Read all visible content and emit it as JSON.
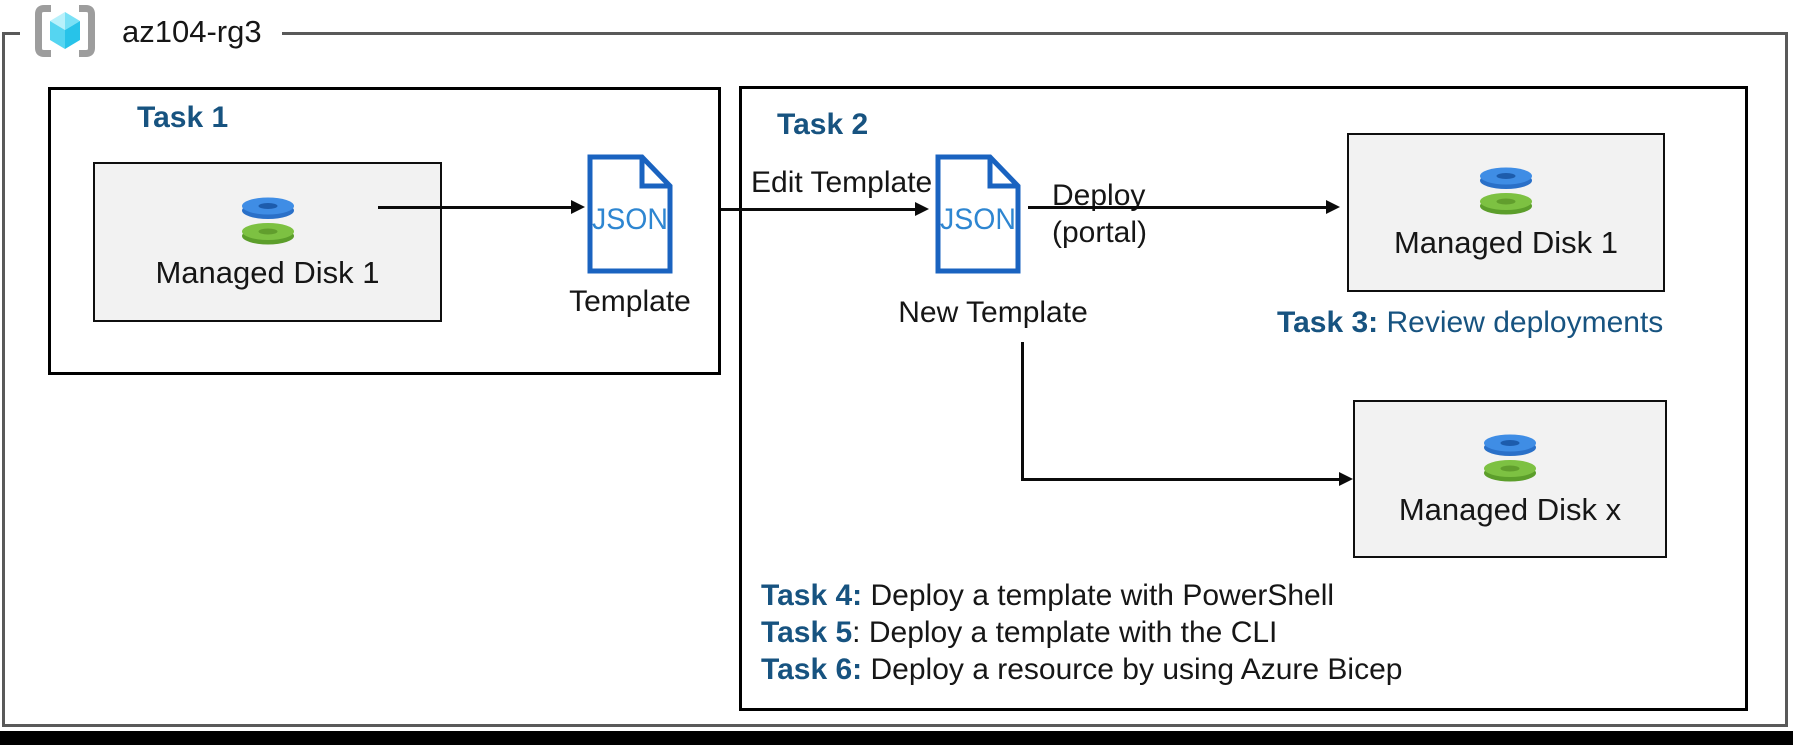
{
  "colors": {
    "accent_blue": "#175380",
    "json_icon_outline": "#1a63c0",
    "json_icon_text": "#2e86d1",
    "disk_blue": "#3f8de5",
    "disk_green": "#7dc142",
    "resource_box_fill": "#f2f2f2",
    "outer_border_gray": "#595959"
  },
  "resource_group": {
    "label": "az104-rg3"
  },
  "task1": {
    "title": "Task 1",
    "disk_box_label": "Managed Disk 1",
    "template_file_type": "JSON",
    "template_label": "Template"
  },
  "task2": {
    "title": "Task 2",
    "edit_template_label": "Edit Template",
    "new_template_file_type": "JSON",
    "new_template_label": "New Template",
    "deploy_label": "Deploy",
    "deploy_sublabel": "(portal)",
    "disk1_box_label": "Managed Disk 1",
    "diskx_box_label": "Managed Disk x",
    "task3_prefix": "Task 3:",
    "task3_text": " Review deployments",
    "tasks": [
      {
        "prefix": "Task 4:",
        "text": " Deploy a template with PowerShell"
      },
      {
        "prefix": "Task 5",
        "text": ": Deploy a template with the CLI"
      },
      {
        "prefix": "Task 6:",
        "text": " Deploy a resource by using Azure Bicep"
      }
    ]
  }
}
